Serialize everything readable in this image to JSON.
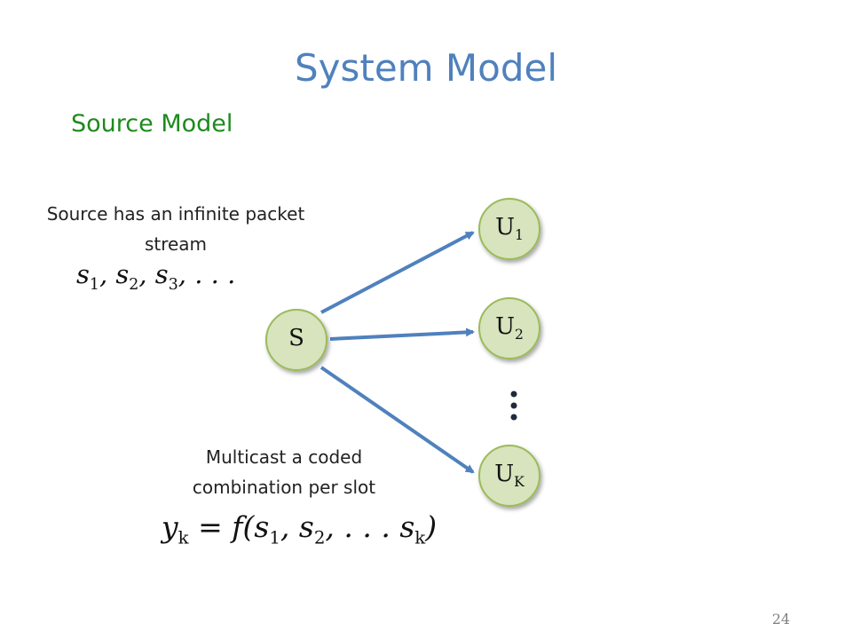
{
  "slide": {
    "title": "System Model",
    "subtitle": "Source Model",
    "caption_top": "Source has an infinite packet stream",
    "math_top": "s₁, s₂, s₃, . . .",
    "caption_bottom": "Multicast a coded combination per slot",
    "math_bottom": "yₖ = f(s₁, s₂, . . . sₖ)",
    "page_number": "24"
  },
  "diagram": {
    "nodes": {
      "source": {
        "label": "S"
      },
      "user1": {
        "label": "U",
        "sub": "1"
      },
      "user2": {
        "label": "U",
        "sub": "2"
      },
      "userK": {
        "label": "U",
        "sub": "K"
      }
    },
    "colors": {
      "node_fill": "#d7e4bd",
      "node_stroke": "#9bbb59",
      "edge": "#4f81bd",
      "title": "#4f81bd",
      "subtitle": "#1d8a1d"
    }
  }
}
